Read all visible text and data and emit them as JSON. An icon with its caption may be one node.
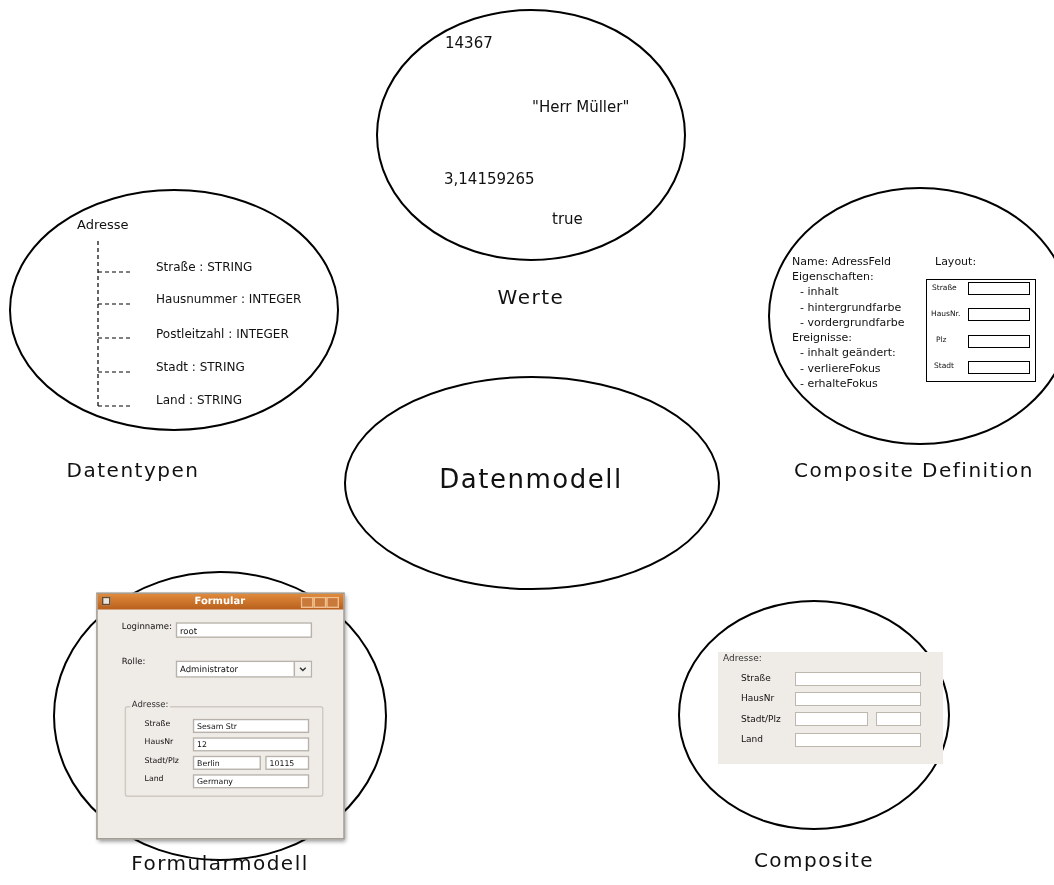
{
  "diagram": {
    "nodes": [
      {
        "text": [
          "14367",
          "\"Herr Müller\"",
          "3,14159265",
          "true",
          "Werte"
        ]
      },
      {
        "text": [
          "Adresse",
          "Straße : STRING",
          "Hausnummer : INTEGER",
          "Postleitzahl : INTEGER",
          "Stadt : STRING",
          "Land : STRING",
          "Datentypen"
        ]
      },
      {
        "text": [
          "Name: AdressFeld",
          "Eigenschaften:",
          "- inhalt",
          "- hintergrundfarbe",
          "- vordergrundfarbe",
          "Ereignisse:",
          "- inhalt geändert:",
          "- verliereFokus",
          "- erhalteFokus",
          "Layout:",
          "Composite Definition"
        ]
      },
      {
        "text": [
          "Straße",
          "HausNr.",
          "Plz",
          "Stadt"
        ],
        "in": 2
      },
      {
        "text": [
          "Datenmodell"
        ]
      },
      {
        "text": [
          "Formularmodell"
        ]
      },
      {
        "text": [
          "Formular",
          "Loginname:",
          "root",
          "Rolle:",
          "Administrator"
        ],
        "in": 5
      },
      {
        "text": [
          "Adresse:",
          "Straße",
          "Sesam Str",
          "HausNr",
          "12",
          "Stadt/Plz",
          "Berlin",
          "10115",
          "Land",
          "Germany"
        ],
        "in": 6
      },
      {
        "text": [
          "Composite"
        ]
      },
      {
        "text": [
          "Adresse:",
          "Straße",
          "HausNr",
          "Stadt/Plz",
          "Land"
        ],
        "in": 8
      }
    ],
    "edges": []
  }
}
